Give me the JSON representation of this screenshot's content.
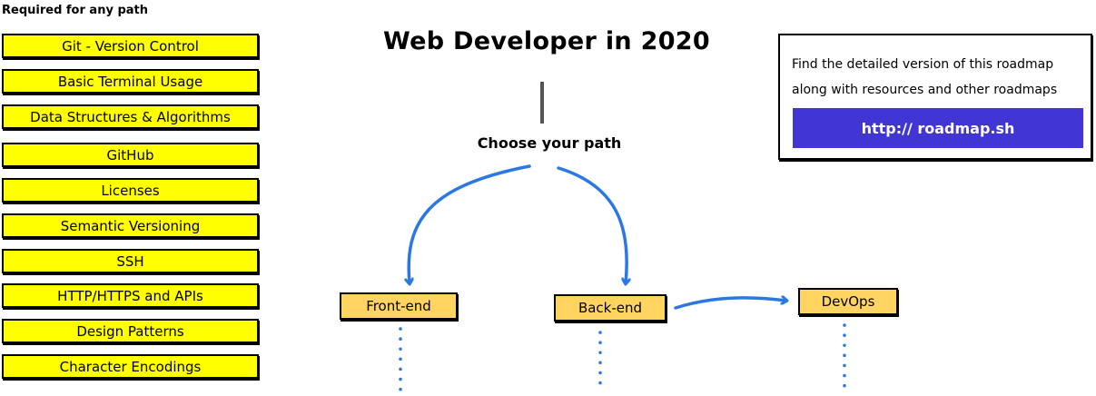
{
  "required": {
    "title": "Required for any path",
    "items": [
      "Git - Version Control",
      "Basic Terminal Usage",
      "Data Structures & Algorithms",
      "GitHub",
      "Licenses",
      "Semantic Versioning",
      "SSH",
      "HTTP/HTTPS and APIs",
      "Design Patterns",
      "Character Encodings"
    ]
  },
  "title": "Web Developer in 2020",
  "choose": "Choose your path",
  "info": {
    "line1": "Find the detailed version of this roadmap",
    "line2": "along with resources and other roadmaps",
    "link": "http:// roadmap.sh",
    "link_color": "#4136d4"
  },
  "paths": {
    "frontend": "Front-end",
    "backend": "Back-end",
    "devops": "DevOps"
  },
  "colors": {
    "required_fill": "#ffff00",
    "path_fill": "#ffd461",
    "arrow": "#2b78e4"
  }
}
